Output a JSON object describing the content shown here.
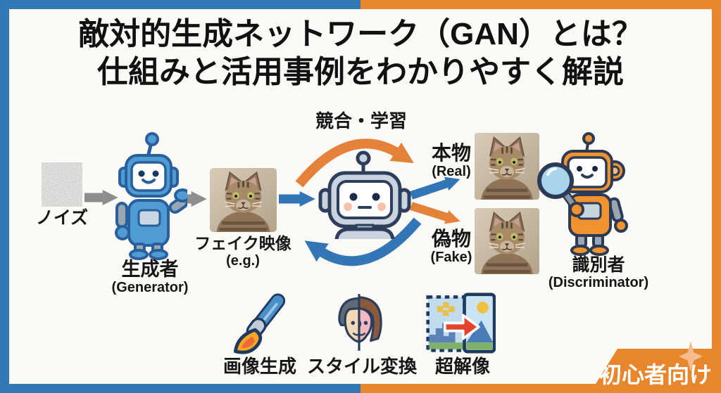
{
  "title": {
    "line1": "敵対的生成ネットワーク（GAN）とは？",
    "line2": "仕組みと活用事例をわかりやすく解説"
  },
  "flow": {
    "noise_label": "ノイズ",
    "generator_label": "生成者",
    "generator_sublabel": "(Generator)",
    "fake_image_label": "フェイク映像",
    "fake_image_sublabel": "(e.g.)",
    "competition_label": "競合・学習",
    "real_label": "本物",
    "real_sublabel": "(Real)",
    "fake_label": "偽物",
    "fake_sublabel": "(Fake)",
    "discriminator_label": "識別者",
    "discriminator_sublabel": "(Discriminator)"
  },
  "use_cases": [
    {
      "label": "画像生成",
      "icon": "paintbrush-icon"
    },
    {
      "label": "スタイル変換",
      "icon": "style-transfer-face-icon"
    },
    {
      "label": "超解像",
      "icon": "super-resolution-icon"
    }
  ],
  "badge": {
    "label": "初心者向け"
  },
  "colors": {
    "frame_blue": "#3279b7",
    "frame_orange": "#e8862d",
    "arrow_gray": "#8e8e8e",
    "arrow_blue": "#3376b6",
    "arrow_orange": "#e5823a",
    "robot_blue": "#4f9cd5",
    "robot_orange": "#f0922f",
    "text": "#161616",
    "background": "#fbfaf7"
  }
}
